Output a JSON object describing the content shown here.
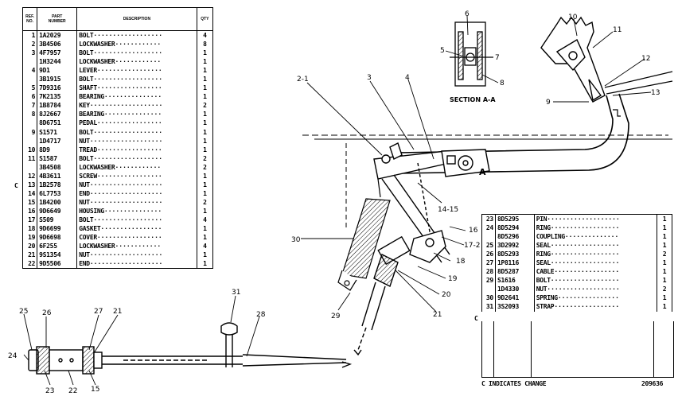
{
  "table1": {
    "headers": {
      "ref": "REF.\nNO.",
      "part": "PART\nNUMBER",
      "desc": "DESCRIPTION",
      "qty": "QTY"
    },
    "rows": [
      {
        "ref": "1",
        "part": "1A2029",
        "desc": "BOLT",
        "qty": "4"
      },
      {
        "ref": "2",
        "part": "3B4506",
        "desc": "LOCKWASHER",
        "qty": "8"
      },
      {
        "ref": "3",
        "part": "4F7957",
        "desc": "BOLT",
        "qty": "1"
      },
      {
        "ref": "",
        "part": "1H3244",
        "desc": "LOCKWASHER",
        "qty": "1"
      },
      {
        "ref": "4",
        "part": "9D1",
        "desc": "LEVER",
        "qty": "1"
      },
      {
        "ref": "",
        "part": "3B1915",
        "desc": "BOLT",
        "qty": "1"
      },
      {
        "ref": "5",
        "part": "7D9316",
        "desc": "SHAFT",
        "qty": "1"
      },
      {
        "ref": "6",
        "part": "7K2135",
        "desc": "BEARING",
        "qty": "1"
      },
      {
        "ref": "7",
        "part": "1B8784",
        "desc": "KEY",
        "qty": "2"
      },
      {
        "ref": "8",
        "part": "8J2667",
        "desc": "BEARING",
        "qty": "1"
      },
      {
        "ref": "",
        "part": "8D6751",
        "desc": "PEDAL",
        "qty": "1"
      },
      {
        "ref": "9",
        "part": "S1571",
        "desc": "BOLT",
        "qty": "1"
      },
      {
        "ref": "",
        "part": "1D4717",
        "desc": "NUT",
        "qty": "1"
      },
      {
        "ref": "10",
        "part": "8D9",
        "desc": "TREAD",
        "qty": "1"
      },
      {
        "ref": "11",
        "part": "S1587",
        "desc": "BOLT",
        "qty": "2"
      },
      {
        "ref": "",
        "part": "3B4508",
        "desc": "LOCKWASHER",
        "qty": "2"
      },
      {
        "ref": "12",
        "part": "4B3611",
        "desc": "SCREW",
        "qty": "1"
      },
      {
        "ref": "13",
        "part": "1B2578",
        "desc": "NUT",
        "qty": "1"
      },
      {
        "ref": "14",
        "part": "6L7753",
        "desc": "END",
        "qty": "1"
      },
      {
        "ref": "15",
        "part": "1B4200",
        "desc": "NUT",
        "qty": "2"
      },
      {
        "ref": "16",
        "part": "9D6649",
        "desc": "HOUSING",
        "qty": "1"
      },
      {
        "ref": "17",
        "part": "S509",
        "desc": "BOLT",
        "qty": "4"
      },
      {
        "ref": "18",
        "part": "9D6699",
        "desc": "GASKET",
        "qty": "1"
      },
      {
        "ref": "19",
        "part": "9D6698",
        "desc": "COVER",
        "qty": "1"
      },
      {
        "ref": "20",
        "part": "6F255",
        "desc": "LOCKWASHER",
        "qty": "4"
      },
      {
        "ref": "21",
        "part": "9S1354",
        "desc": "NUT",
        "qty": "1"
      },
      {
        "ref": "22",
        "part": "9D5506",
        "desc": "END",
        "qty": "1"
      }
    ],
    "change_marker": "C"
  },
  "table2": {
    "rows": [
      {
        "ref": "23",
        "part": "8D5295",
        "desc": "PIN",
        "qty": "1"
      },
      {
        "ref": "24",
        "part": "8D5294",
        "desc": "RING",
        "qty": "1"
      },
      {
        "ref": "",
        "part": "8D5296",
        "desc": "COUPLING",
        "qty": "1"
      },
      {
        "ref": "25",
        "part": "3D2992",
        "desc": "SEAL",
        "qty": "1"
      },
      {
        "ref": "26",
        "part": "8D5293",
        "desc": "RING",
        "qty": "2"
      },
      {
        "ref": "27",
        "part": "1P8116",
        "desc": "SEAL",
        "qty": "1"
      },
      {
        "ref": "28",
        "part": "8D5287",
        "desc": "CABLE",
        "qty": "1"
      },
      {
        "ref": "29",
        "part": "S1616",
        "desc": "BOLT",
        "qty": "1"
      },
      {
        "ref": "",
        "part": "1D4330",
        "desc": "NUT",
        "qty": "2"
      },
      {
        "ref": "30",
        "part": "9D2641",
        "desc": "SPRING",
        "qty": "1"
      },
      {
        "ref": "31",
        "part": "3S2093",
        "desc": "STRAP",
        "qty": "1"
      }
    ],
    "change_marker": "C"
  },
  "footer": {
    "change_note": "C INDICATES CHANGE",
    "drawing_number": "209636"
  },
  "diagram": {
    "section_label": "SECTION A-A",
    "section_marker": "A",
    "callouts": {
      "c2_1": "2-1",
      "c3": "3",
      "c4": "4",
      "c5": "5",
      "c6": "6",
      "c7": "7",
      "c8": "8",
      "c9": "9",
      "c10": "10",
      "c11": "11",
      "c12": "12",
      "c13": "13",
      "c14_15": "14-15",
      "c16": "16",
      "c17_2": "17-2",
      "c18": "18",
      "c19": "19",
      "c20": "20",
      "c21": "21",
      "c21b": "21",
      "c22": "22",
      "c23": "23",
      "c24": "24",
      "c25": "25",
      "c26": "26",
      "c27": "27",
      "c28": "28",
      "c29": "29",
      "c30": "30",
      "c31": "31",
      "c15": "15"
    }
  }
}
